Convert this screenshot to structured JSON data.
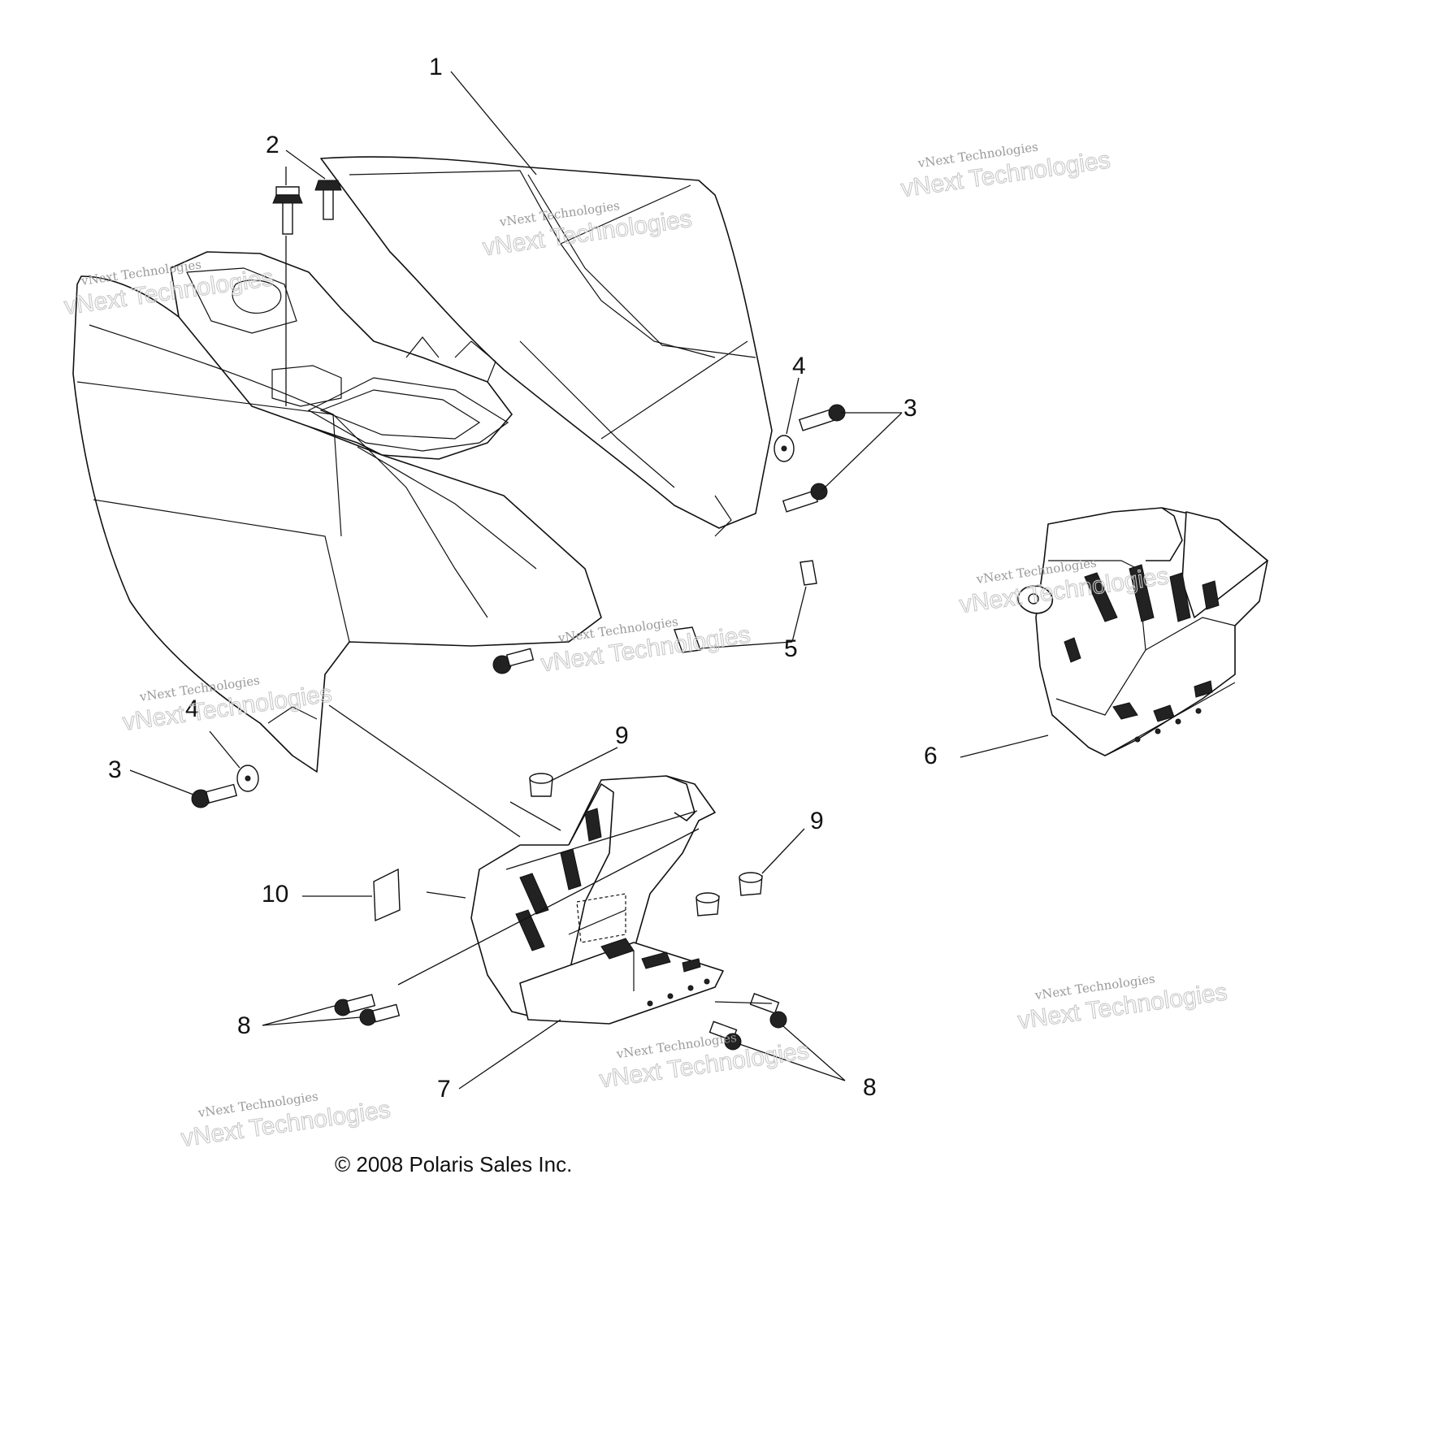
{
  "callouts": {
    "c1": "1",
    "c2": "2",
    "c3a": "3",
    "c3b": "3",
    "c4a": "4",
    "c4b": "4",
    "c5": "5",
    "c6": "6",
    "c7": "7",
    "c8a": "8",
    "c8b": "8",
    "c9a": "9",
    "c9b": "9",
    "c10": "10"
  },
  "copyright": "© 2008 Polaris Sales Inc.",
  "watermark": {
    "line1": "vNext Technologies",
    "line2": "vNext Technologies"
  }
}
